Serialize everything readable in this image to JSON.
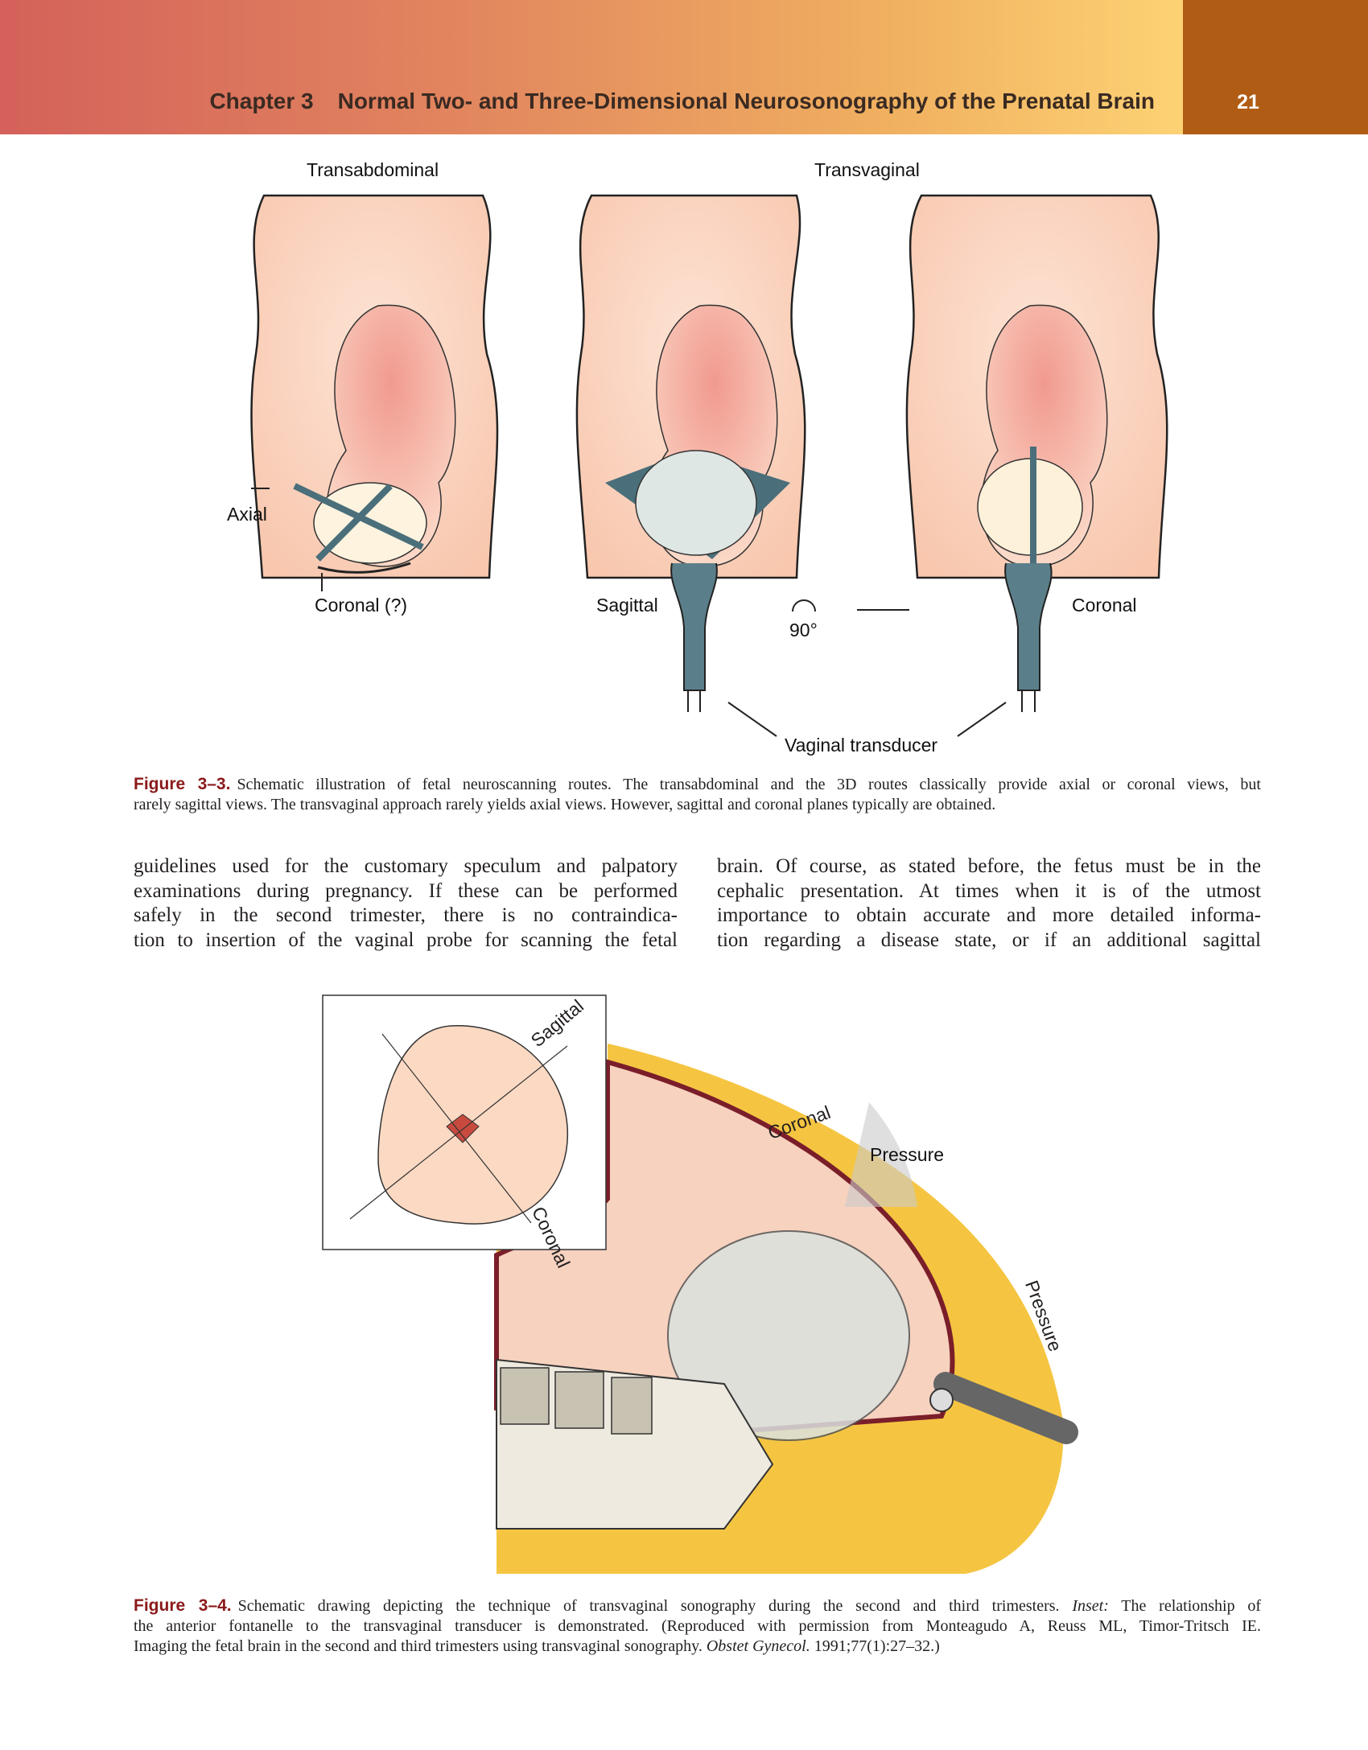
{
  "header": {
    "chapter_label": "Chapter 3",
    "chapter_title": "Normal Two- and Three-Dimensional Neurosonography of the Prenatal Brain",
    "page_number": "21"
  },
  "figure_3_3": {
    "labels": {
      "transabdominal": "Transabdominal",
      "transvaginal": "Transvaginal",
      "axial": "Axial",
      "coronal_q": "Coronal (?)",
      "sagittal": "Sagittal",
      "rotation": "90°",
      "coronal": "Coronal",
      "vaginal_transducer": "Vaginal transducer"
    },
    "caption_label": "Figure 3–3.",
    "caption_lines": [
      "Schematic illustration of fetal neuroscanning routes. The transabdominal and the 3D routes classically provide axial or coronal views, but",
      "rarely sagittal views. The transvaginal approach rarely yields axial views. However, sagittal and coronal planes typically are obtained."
    ]
  },
  "body": {
    "left_lines": [
      "guidelines used for the customary speculum and palpatory",
      "examinations during pregnancy. If these can be performed",
      "safely in the second trimester, there is no contraindica-",
      "tion to insertion of the vaginal probe for scanning the fetal"
    ],
    "right_lines": [
      "brain. Of course, as stated before, the fetus must be in the",
      "cephalic presentation. At times when it is of the utmost",
      "importance to obtain accurate and more detailed informa-",
      "tion regarding a disease state, or if an additional sagittal"
    ]
  },
  "figure_3_4": {
    "labels": {
      "inset_sagittal": "Sagittal",
      "inset_coronal": "Coronal",
      "coronal": "Coronal",
      "pressure_top": "Pressure",
      "pressure_right": "Pressure"
    },
    "caption_label": "Figure 3–4.",
    "caption_line1": "Schematic drawing depicting the technique of transvaginal sonography during the second and third trimesters.",
    "caption_inset": "Inset:",
    "caption_line1_end": "The relationship of",
    "caption_line2": "the anterior fontanelle to the transvaginal transducer is demonstrated. (Reproduced with permission from Monteagudo A, Reuss ML, Timor-Tritsch IE.",
    "caption_line3": "Imaging the fetal brain in the second and third trimesters using transvaginal sonography.",
    "caption_journal": "Obstet Gynecol.",
    "caption_citation": "1991;77(1):27–32.)"
  }
}
